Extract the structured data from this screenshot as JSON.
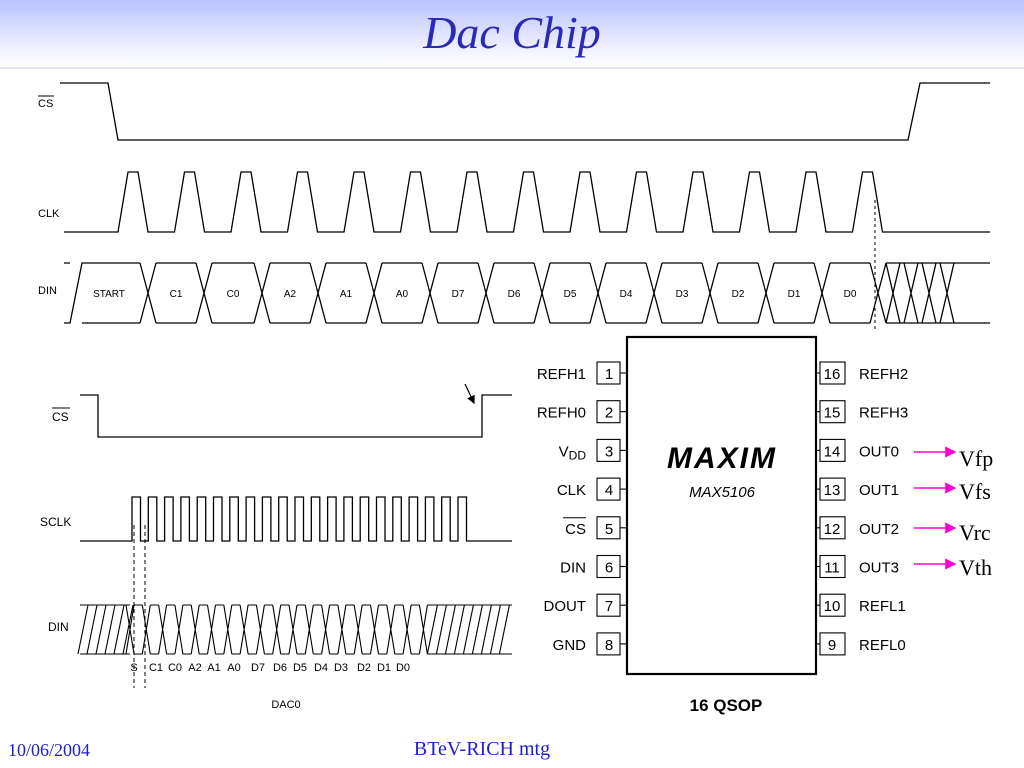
{
  "slide": {
    "title": "Dac Chip",
    "footer_date": "10/06/2004",
    "footer_center": "BTeV-RICH mtg"
  },
  "timing_top": {
    "cs_label": "CS",
    "clk_label": "CLK",
    "din_label": "DIN",
    "din_bits": [
      "START",
      "C1",
      "C0",
      "A2",
      "A1",
      "A0",
      "D7",
      "D6",
      "D5",
      "D4",
      "D3",
      "D2",
      "D1",
      "D0"
    ]
  },
  "timing_bottom": {
    "cs_label": "CS",
    "sclk_label": "SCLK",
    "din_label": "DIN",
    "bit_labels": [
      "S",
      "C1",
      "C0",
      "A2",
      "A1",
      "A0",
      "D7",
      "D6",
      "D5",
      "D4",
      "D3",
      "D2",
      "D1",
      "D0"
    ],
    "caption": "DAC0"
  },
  "chip": {
    "logo": "MAXIM",
    "part": "MAX5106",
    "package": "16 QSOP",
    "left_pins": [
      {
        "num": "1",
        "name": "REFH1"
      },
      {
        "num": "2",
        "name": "REFH0"
      },
      {
        "num": "3",
        "name": "VDD"
      },
      {
        "num": "4",
        "name": "CLK"
      },
      {
        "num": "5",
        "name": "CS"
      },
      {
        "num": "6",
        "name": "DIN"
      },
      {
        "num": "7",
        "name": "DOUT"
      },
      {
        "num": "8",
        "name": "GND"
      }
    ],
    "right_pins": [
      {
        "num": "16",
        "name": "REFH2"
      },
      {
        "num": "15",
        "name": "REFH3"
      },
      {
        "num": "14",
        "name": "OUT0"
      },
      {
        "num": "13",
        "name": "OUT1"
      },
      {
        "num": "12",
        "name": "OUT2"
      },
      {
        "num": "11",
        "name": "OUT3"
      },
      {
        "num": "10",
        "name": "REFL1"
      },
      {
        "num": "9",
        "name": "REFL0"
      }
    ],
    "outputs": [
      "Vfp",
      "Vfs",
      "Vrc",
      "Vth"
    ]
  },
  "colors": {
    "title": "#2a2ab8",
    "footer": "#1d1dd0",
    "arrow": "#ff00d8",
    "line": "#000000"
  }
}
